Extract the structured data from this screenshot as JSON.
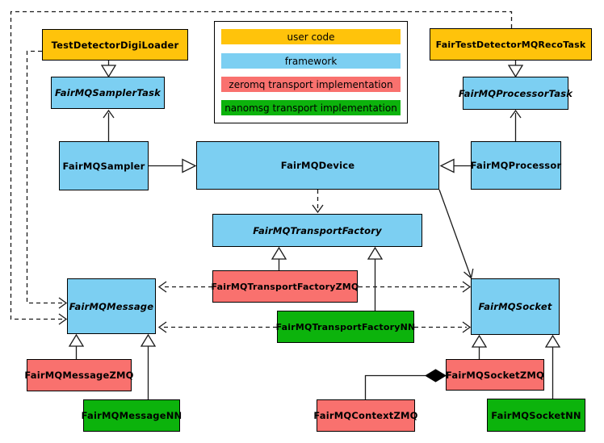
{
  "palette": {
    "user_code": "#FFC30B",
    "framework": "#7CCFF2",
    "zeromq": "#F9716E",
    "nanomsg": "#0CB30C"
  },
  "legend": {
    "items": [
      {
        "label": "user code",
        "color": "#FFC30B"
      },
      {
        "label": "framework",
        "color": "#7CCFF2"
      },
      {
        "label": "zeromq transport implementation",
        "color": "#F9716E"
      },
      {
        "label": "nanomsg transport implementation",
        "color": "#0CB30C"
      }
    ]
  },
  "nodes": {
    "testDetectorDigiLoader": {
      "label": "TestDetectorDigiLoader",
      "category": "user code",
      "abstract": false,
      "color": "#FFC30B"
    },
    "fairTestDetectorMQRecoTask": {
      "label": "FairTestDetectorMQRecoTask",
      "category": "user code",
      "abstract": false,
      "color": "#FFC30B"
    },
    "fairMQSamplerTask": {
      "label": "FairMQSamplerTask",
      "category": "framework",
      "abstract": true,
      "color": "#7CCFF2"
    },
    "fairMQProcessorTask": {
      "label": "FairMQProcessorTask",
      "category": "framework",
      "abstract": true,
      "color": "#7CCFF2"
    },
    "fairMQSampler": {
      "label": "FairMQSampler",
      "category": "framework",
      "abstract": false,
      "color": "#7CCFF2"
    },
    "fairMQDevice": {
      "label": "FairMQDevice",
      "category": "framework",
      "abstract": false,
      "color": "#7CCFF2"
    },
    "fairMQProcessor": {
      "label": "FairMQProcessor",
      "category": "framework",
      "abstract": false,
      "color": "#7CCFF2"
    },
    "fairMQTransportFactory": {
      "label": "FairMQTransportFactory",
      "category": "framework",
      "abstract": true,
      "color": "#7CCFF2"
    },
    "fairMQTransportFactoryZMQ": {
      "label": "FairMQTransportFactoryZMQ",
      "category": "zeromq",
      "abstract": false,
      "color": "#F9716E"
    },
    "fairMQTransportFactoryNN": {
      "label": "FairMQTransportFactoryNN",
      "category": "nanomsg",
      "abstract": false,
      "color": "#0CB30C"
    },
    "fairMQMessage": {
      "label": "FairMQMessage",
      "category": "framework",
      "abstract": true,
      "color": "#7CCFF2"
    },
    "fairMQSocket": {
      "label": "FairMQSocket",
      "category": "framework",
      "abstract": true,
      "color": "#7CCFF2"
    },
    "fairMQMessageZMQ": {
      "label": "FairMQMessageZMQ",
      "category": "zeromq",
      "abstract": false,
      "color": "#F9716E"
    },
    "fairMQMessageNN": {
      "label": "FairMQMessageNN",
      "category": "nanomsg",
      "abstract": false,
      "color": "#0CB30C"
    },
    "fairMQSocketZMQ": {
      "label": "FairMQSocketZMQ",
      "category": "zeromq",
      "abstract": false,
      "color": "#F9716E"
    },
    "fairMQSocketNN": {
      "label": "FairMQSocketNN",
      "category": "nanomsg",
      "abstract": false,
      "color": "#0CB30C"
    },
    "fairMQContextZMQ": {
      "label": "FairMQContextZMQ",
      "category": "zeromq",
      "abstract": false,
      "color": "#F9716E"
    }
  },
  "relations": [
    {
      "from": "TestDetectorDigiLoader",
      "to": "FairMQSamplerTask",
      "type": "inheritance-triangle"
    },
    {
      "from": "FairTestDetectorMQRecoTask",
      "to": "FairMQProcessorTask",
      "type": "inheritance-triangle"
    },
    {
      "from": "FairMQSampler",
      "to": "FairMQDevice",
      "type": "inheritance-triangle"
    },
    {
      "from": "FairMQProcessor",
      "to": "FairMQDevice",
      "type": "inheritance-triangle"
    },
    {
      "from": "FairMQSampler",
      "to": "FairMQSamplerTask",
      "type": "association-arrow"
    },
    {
      "from": "FairMQProcessor",
      "to": "FairMQProcessorTask",
      "type": "association-arrow"
    },
    {
      "from": "FairMQDevice",
      "to": "FairMQTransportFactory",
      "type": "dashed-dependency"
    },
    {
      "from": "FairMQDevice",
      "to": "FairMQSocket",
      "type": "association-arrow"
    },
    {
      "from": "FairMQTransportFactoryZMQ",
      "to": "FairMQTransportFactory",
      "type": "inheritance-triangle"
    },
    {
      "from": "FairMQTransportFactoryNN",
      "to": "FairMQTransportFactory",
      "type": "inheritance-triangle"
    },
    {
      "from": "FairMQTransportFactoryZMQ",
      "to": "FairMQMessage",
      "type": "dashed-dependency"
    },
    {
      "from": "FairMQTransportFactoryZMQ",
      "to": "FairMQSocket",
      "type": "dashed-dependency"
    },
    {
      "from": "FairMQTransportFactoryNN",
      "to": "FairMQMessage",
      "type": "dashed-dependency"
    },
    {
      "from": "FairMQTransportFactoryNN",
      "to": "FairMQSocket",
      "type": "dashed-dependency"
    },
    {
      "from": "TestDetectorDigiLoader",
      "to": "FairMQMessage",
      "type": "dashed-dependency"
    },
    {
      "from": "FairTestDetectorMQRecoTask",
      "to": "FairMQMessage",
      "type": "dashed-dependency"
    },
    {
      "from": "FairMQMessageZMQ",
      "to": "FairMQMessage",
      "type": "inheritance-triangle"
    },
    {
      "from": "FairMQMessageNN",
      "to": "FairMQMessage",
      "type": "inheritance-triangle"
    },
    {
      "from": "FairMQSocketZMQ",
      "to": "FairMQSocket",
      "type": "inheritance-triangle"
    },
    {
      "from": "FairMQSocketNN",
      "to": "FairMQSocket",
      "type": "inheritance-triangle"
    },
    {
      "from": "FairMQContextZMQ",
      "to": "FairMQSocketZMQ",
      "type": "composition-diamond"
    }
  ]
}
